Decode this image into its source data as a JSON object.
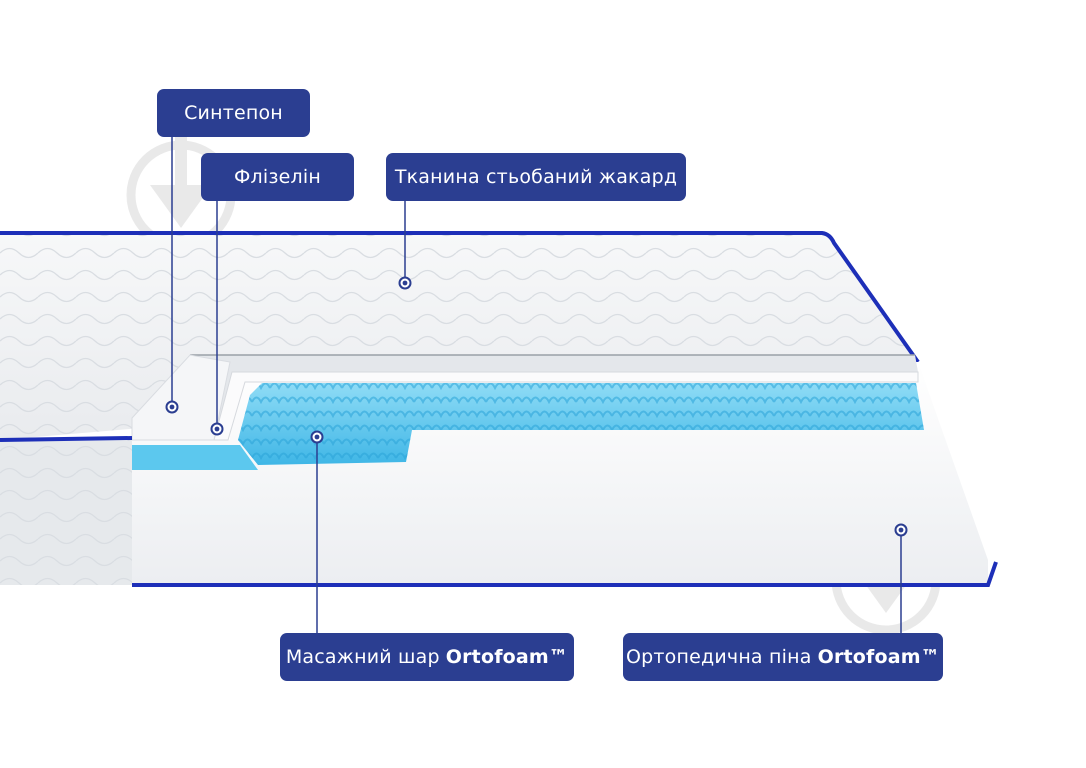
{
  "labels": {
    "sintepon": "Синтепон",
    "flizelin": "Флізелін",
    "fabric": "Тканина стьобаний жакард",
    "massage_prefix": "Масажний шар",
    "massage_brand": "Ortofoam™",
    "ortho_prefix": "Ортопедична піна",
    "ortho_brand": "Ortofoam™"
  },
  "colors": {
    "label_bg": "#2b3e91",
    "label_text": "#ffffff",
    "piping_blue": "#1d2fb8",
    "massage_foam": "#5cc8ee",
    "base_foam": "#f3f4f6",
    "quilted_cover": "#eef0f2"
  },
  "icons": [
    "watermark-down-arrow-icon"
  ]
}
